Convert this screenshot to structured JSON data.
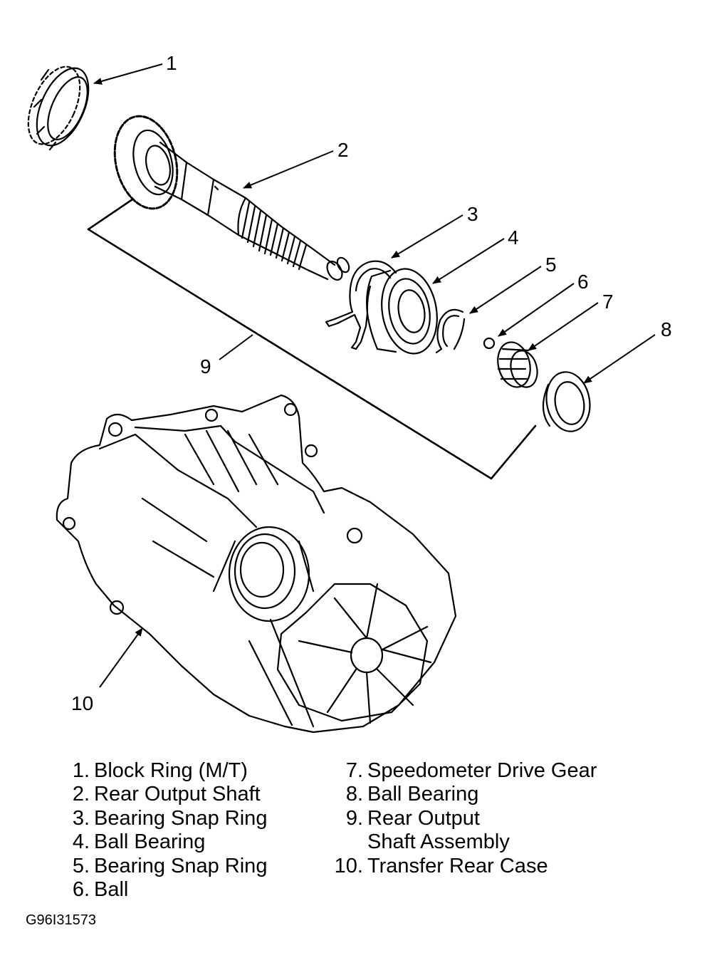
{
  "callouts": [
    {
      "id": "1",
      "label": "1"
    },
    {
      "id": "2",
      "label": "2"
    },
    {
      "id": "3",
      "label": "3"
    },
    {
      "id": "4",
      "label": "4"
    },
    {
      "id": "5",
      "label": "5"
    },
    {
      "id": "6",
      "label": "6"
    },
    {
      "id": "7",
      "label": "7"
    },
    {
      "id": "8",
      "label": "8"
    },
    {
      "id": "9",
      "label": "9"
    },
    {
      "id": "10",
      "label": "10"
    }
  ],
  "legend": {
    "left": [
      {
        "num": "1.",
        "text": "Block Ring (M/T)"
      },
      {
        "num": "2.",
        "text": "Rear Output Shaft"
      },
      {
        "num": "3.",
        "text": "Bearing Snap Ring"
      },
      {
        "num": "4.",
        "text": "Ball Bearing"
      },
      {
        "num": "5.",
        "text": "Bearing Snap Ring"
      },
      {
        "num": "6.",
        "text": "Ball"
      }
    ],
    "right": [
      {
        "num": "7.",
        "text": "Speedometer Drive Gear"
      },
      {
        "num": "8.",
        "text": "Ball Bearing"
      },
      {
        "num": "9.",
        "text": "Rear Output"
      },
      {
        "num": "",
        "text": "Shaft Assembly"
      },
      {
        "num": "10.",
        "text": "Transfer Rear Case"
      }
    ]
  },
  "figure_code": "G96I31573"
}
